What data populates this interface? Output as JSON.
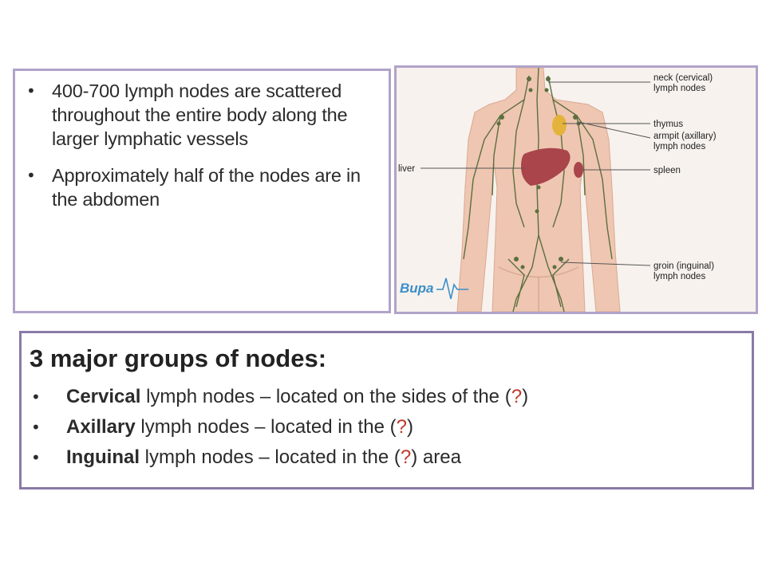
{
  "slide": {
    "facts": [
      "400-700 lymph nodes are scattered throughout the entire body along the larger lymphatic vessels",
      "Approximately half of the nodes are in the abdomen"
    ],
    "diagram": {
      "labels": {
        "neck_1": "neck (cervical)",
        "neck_2": "lymph nodes",
        "thymus": "thymus",
        "armpit_1": "armpit (axillary)",
        "armpit_2": "lymph nodes",
        "liver": "liver",
        "spleen": "spleen",
        "groin_1": "groin (inguinal)",
        "groin_2": "lymph nodes"
      },
      "logo": "Bupa",
      "colors": {
        "skin": "#efc6b1",
        "vessel": "#5b6f3f",
        "organ": "#a9454b",
        "thymus": "#e4b33b"
      }
    },
    "groups": {
      "heading": "3 major groups of nodes:",
      "items": [
        {
          "term": "Cervical",
          "before": " lymph nodes – located on the sides of the (",
          "mark": "?",
          "after": ")"
        },
        {
          "term": "Axillary",
          "before": " lymph nodes – located in the (",
          "mark": "?",
          "after": ")"
        },
        {
          "term": "Inguinal",
          "before": " lymph nodes – located in the (",
          "mark": "?",
          "after": ") area"
        }
      ]
    },
    "bullet_glyph": "•",
    "accent_color": "#c0392b"
  }
}
